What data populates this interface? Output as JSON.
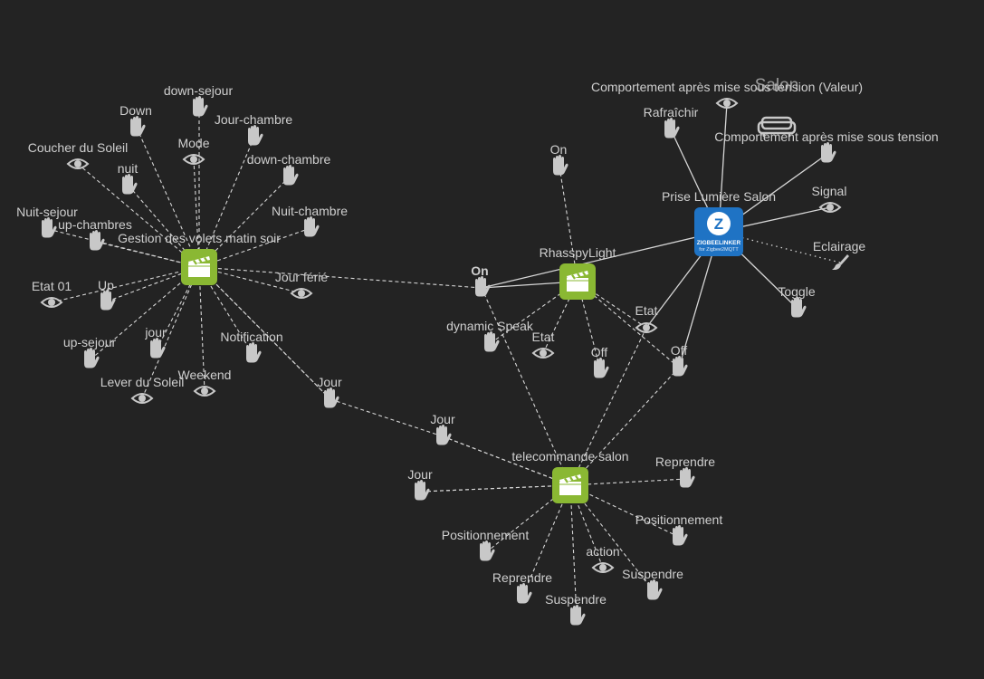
{
  "room": {
    "label": "Salon",
    "icon": "sofa-icon"
  },
  "colors": {
    "background": "#232323",
    "edge": "#d6d6d6",
    "text": "#cfcfcf",
    "icon": "#c8c8c8",
    "scenario": "#8ab833",
    "zigbee": "#1f73c4"
  },
  "hubs": [
    {
      "id": "volets",
      "label": "Gestion des volets matin soir",
      "type": "scenario",
      "icon": "clapperboard-icon"
    },
    {
      "id": "rhasspy",
      "label": "RhasspyLight",
      "type": "scenario",
      "icon": "clapperboard-icon"
    },
    {
      "id": "telecommande",
      "label": "telecommande salon",
      "type": "scenario",
      "icon": "clapperboard-icon"
    },
    {
      "id": "prise",
      "label": "Prise Lumière Salon",
      "type": "zigbee",
      "icon": "zigbee-linker-icon",
      "badge_line1": "ZIGBEELINKER",
      "badge_line2": "for Zigbee2MQTT"
    }
  ],
  "nodes": [
    {
      "label": "down-sejour",
      "icon": "hand-icon"
    },
    {
      "label": "Down",
      "icon": "hand-icon"
    },
    {
      "label": "Jour-chambre",
      "icon": "hand-icon"
    },
    {
      "label": "Mode",
      "icon": "eye-icon"
    },
    {
      "label": "Coucher du Soleil",
      "icon": "eye-icon"
    },
    {
      "label": "nuit",
      "icon": "hand-icon"
    },
    {
      "label": "down-chambre",
      "icon": "hand-icon"
    },
    {
      "label": "Nuit-sejour",
      "icon": "hand-icon"
    },
    {
      "label": "up-chambres",
      "icon": "hand-icon"
    },
    {
      "label": "Nuit-chambre",
      "icon": "hand-icon"
    },
    {
      "label": "Etat 01",
      "icon": "eye-icon"
    },
    {
      "label": "Up",
      "icon": "hand-icon"
    },
    {
      "label": "Jour férié",
      "icon": "eye-icon"
    },
    {
      "label": "up-sejour",
      "icon": "hand-icon"
    },
    {
      "label": "jour",
      "icon": "hand-icon"
    },
    {
      "label": "Notification",
      "icon": "hand-icon"
    },
    {
      "label": "Lever du Soleil",
      "icon": "eye-icon"
    },
    {
      "label": "Weekend",
      "icon": "eye-icon"
    },
    {
      "label": "Jour",
      "icon": "hand-icon"
    },
    {
      "label": "On",
      "icon": "hand-icon"
    },
    {
      "label": "On",
      "icon": "hand-icon",
      "bold": true
    },
    {
      "label": "dynamic Speak",
      "icon": "hand-icon"
    },
    {
      "label": "Etat",
      "icon": "eye-icon"
    },
    {
      "label": "Off",
      "icon": "hand-icon"
    },
    {
      "label": "Etat",
      "icon": "eye-icon"
    },
    {
      "label": "Off",
      "icon": "hand-icon"
    },
    {
      "label": "Comportement après mise sous tension (Valeur)",
      "icon": "eye-icon"
    },
    {
      "label": "Rafraîchir",
      "icon": "hand-icon"
    },
    {
      "label": "Comportement après mise sous tension",
      "icon": "hand-icon"
    },
    {
      "label": "Signal",
      "icon": "eye-icon"
    },
    {
      "label": "Eclairage",
      "icon": "brush-icon"
    },
    {
      "label": "Toggle",
      "icon": "hand-icon"
    },
    {
      "label": "Jour",
      "icon": "hand-icon"
    },
    {
      "label": "Jour",
      "icon": "hand-icon"
    },
    {
      "label": "Reprendre",
      "icon": "hand-icon"
    },
    {
      "label": "Positionnement",
      "icon": "hand-icon"
    },
    {
      "label": "Positionnement",
      "icon": "hand-icon"
    },
    {
      "label": "action",
      "icon": "eye-icon"
    },
    {
      "label": "Reprendre",
      "icon": "hand-icon"
    },
    {
      "label": "Suspendre",
      "icon": "hand-icon"
    },
    {
      "label": "Suspendre",
      "icon": "hand-icon"
    }
  ]
}
